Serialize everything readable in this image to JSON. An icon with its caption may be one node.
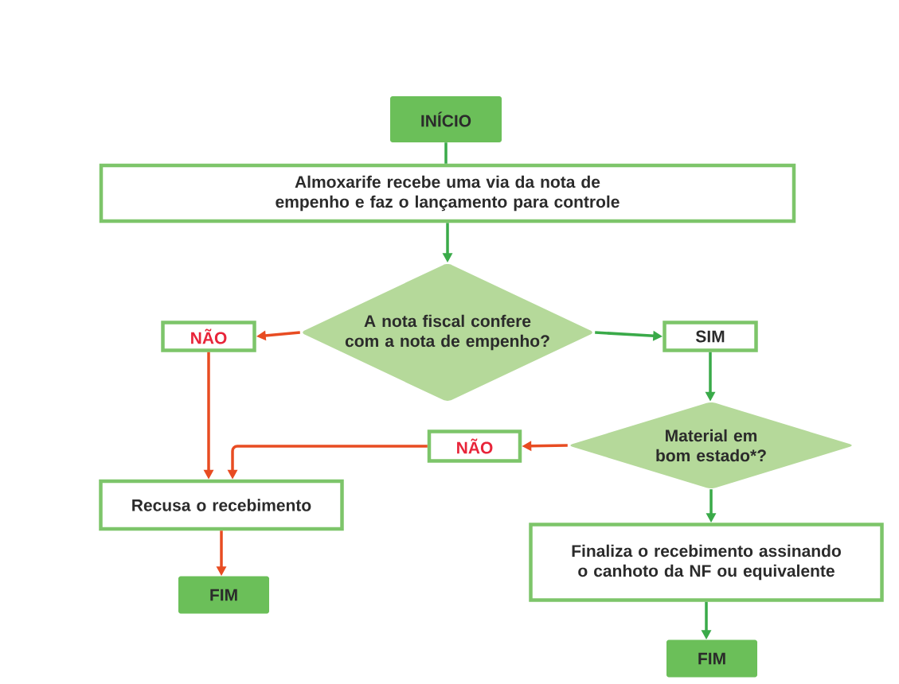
{
  "diagram": {
    "nodes": [
      {
        "text": [
          "INÍCIO"
        ]
      },
      {
        "text": [
          "Almoxarife recebe uma via da nota de empenho e faz o lançamento para controle"
        ]
      },
      {
        "text": [
          "A nota fiscal confere com a nota de empenho?"
        ]
      },
      {
        "text": [
          "NÃO"
        ]
      },
      {
        "text": [
          "SIM"
        ]
      },
      {
        "text": [
          "Material em bom estado*?"
        ]
      },
      {
        "text": [
          "NÃO"
        ]
      },
      {
        "text": [
          "Recusa o recebimento"
        ]
      },
      {
        "text": [
          "FIM"
        ]
      },
      {
        "text": [
          "Finaliza o recebimento assinando o canhoto da NF ou equivalente"
        ]
      },
      {
        "text": [
          "FIM"
        ]
      }
    ],
    "edges": [
      {
        "from": 0,
        "to": 1,
        "arrow": "none"
      },
      {
        "from": 1,
        "to": 2,
        "arrow": "to"
      },
      {
        "from": 2,
        "to": 3,
        "arrow": "to",
        "color": "#e84c22"
      },
      {
        "from": 2,
        "to": 4,
        "arrow": "to"
      },
      {
        "from": 3,
        "to": 7,
        "arrow": "to",
        "color": "#e84c22"
      },
      {
        "from": 4,
        "to": 5,
        "arrow": "to"
      },
      {
        "from": 5,
        "to": 6,
        "arrow": "to",
        "color": "#e84c22"
      },
      {
        "from": 6,
        "to": 7,
        "arrow": "to",
        "color": "#e84c22"
      },
      {
        "from": 7,
        "to": 8,
        "arrow": "to",
        "color": "#e84c22"
      },
      {
        "from": 5,
        "to": 9,
        "arrow": "to"
      },
      {
        "from": 9,
        "to": 10,
        "arrow": "to"
      }
    ]
  }
}
